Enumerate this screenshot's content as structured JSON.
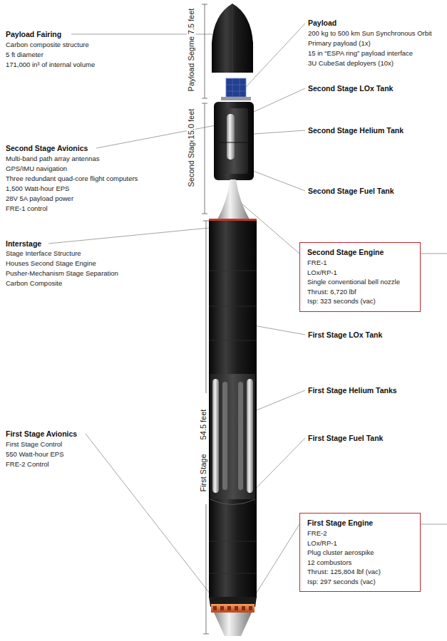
{
  "diagram": {
    "nodes": [
      {
        "text": [
          "Second Stage Engine",
          "FRE-1",
          "LOx/RP-1",
          "Single conventional bell nozzle",
          "Thrust: 6,720 lbf",
          "Isp: 323 seconds (vac)"
        ]
      },
      {
        "text": [
          "First Stage Engine",
          "FRE-2",
          "LOx/RP-1",
          "Plug cluster aerospike",
          "12 combustors",
          "Thrust: 125,804 lbf (vac)",
          "Isp: 297 seconds (vac)"
        ]
      }
    ],
    "edges": [],
    "labels": [
      "Payload Fairing",
      "Carbon composite structure",
      "5 ft diameter",
      "171,000 in³ of internal volume",
      "Payload Segment",
      "7.5 feet",
      "Payload",
      "200 kg to 500 km Sun Synchronous Orbit",
      "Primary payload (1x)",
      "15 in “ESPA ring” payload interface",
      "3U CubeSat deployers (10x)",
      "Second Stage LOx Tank",
      "Second Stage Helium Tank",
      "Second Stage Avionics",
      "Multi-band path array antennas",
      "GPS/IMU navigation",
      "Three redundant quad-core flight computers",
      "1,500 Watt-hour EPS",
      "28V 5A payload power",
      "FRE-1 control",
      "Second Stage",
      "15.0 feet",
      "Second Stage Fuel Tank",
      "Interstage",
      "Stage Interface Structure",
      "Houses Second Stage Engine",
      "Pusher-Mechanism Stage Separation",
      "Carbon Composite",
      "First Stage LOx Tank",
      "First Stage Helium Tanks",
      "First Stage",
      "54.5 feet",
      "First Stage Avionics",
      "First Stage Control",
      "550 Watt-hour EPS",
      "FRE-2 Control",
      "First Stage Fuel Tank"
    ]
  }
}
